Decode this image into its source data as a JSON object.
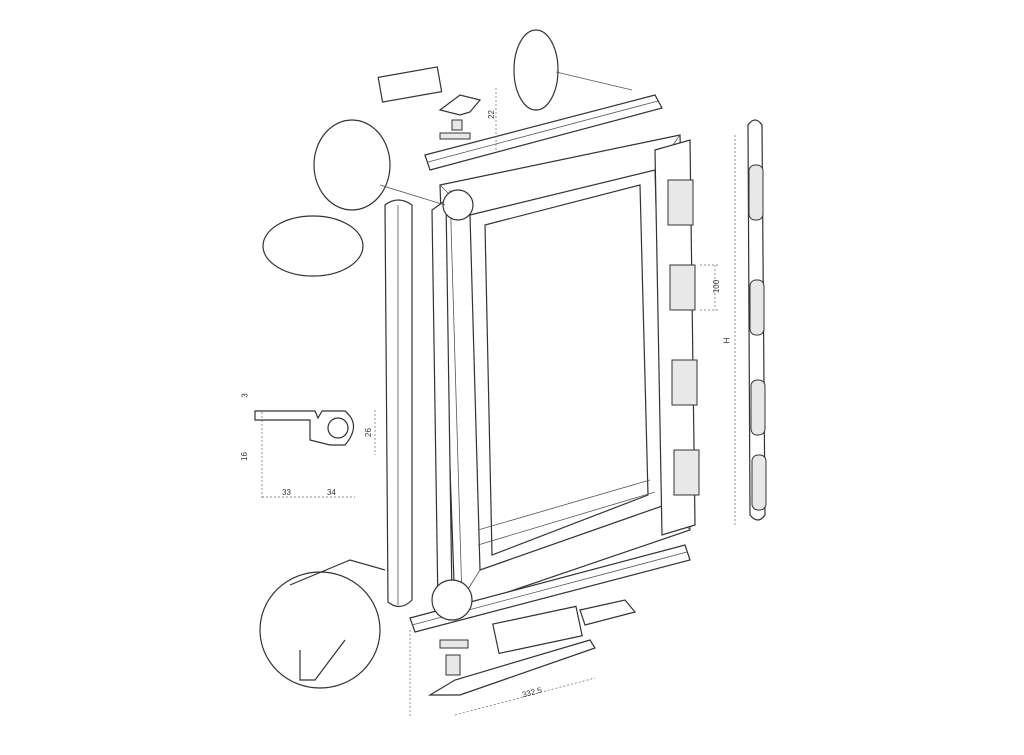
{
  "drawing": {
    "dimensions": {
      "profile_top": "3",
      "profile_height": "16",
      "profile_depth": "26",
      "profile_width_left": "33",
      "profile_width_right": "34",
      "bracket_height": "22",
      "hinge_spacing": "100",
      "sash_height": "H",
      "handle_length": "332.5"
    }
  }
}
